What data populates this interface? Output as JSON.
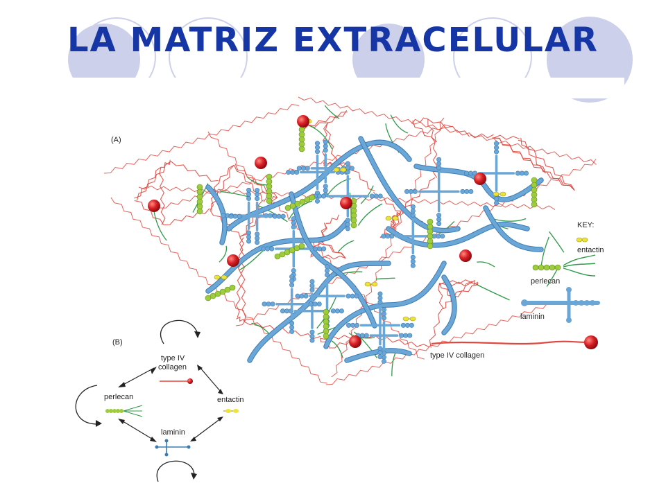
{
  "slide": {
    "title": "LA MATRIZ EXTRACELULAR"
  },
  "colors": {
    "title": "#1636a6",
    "decor_circles": "#ccd0ea",
    "collagen": "#e0473e",
    "collagen_head": "#c4141c",
    "laminin": "#6aa6d6",
    "laminin_dark": "#3b7bb5",
    "perlecan_bead": "#9fcc3b",
    "perlecan_strand": "#2e9a48",
    "entactin": "#ece43a"
  },
  "panel_a": {
    "label": "(A)",
    "key": {
      "heading": "KEY:",
      "items": [
        {
          "label": "entactin",
          "icon": "entactin-icon"
        },
        {
          "label": "perlecan",
          "icon": "perlecan-icon"
        },
        {
          "label": "laminin",
          "icon": "laminin-icon"
        },
        {
          "label": "type IV collagen",
          "icon": "collagen-icon"
        }
      ]
    }
  },
  "panel_b": {
    "label": "(B)",
    "nodes": {
      "collagen_line1": "type IV",
      "collagen_line2": "collagen",
      "perlecan": "perlecan",
      "entactin": "entactin",
      "laminin": "laminin"
    }
  }
}
